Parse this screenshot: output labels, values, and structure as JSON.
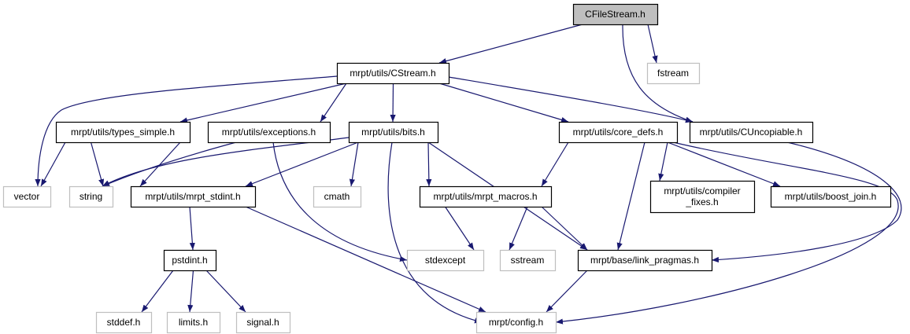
{
  "title": "CFileStream.h",
  "colors": {
    "edge": "#191970",
    "root_fill": "#bfbfbf",
    "documented_border": "#000000",
    "external_border": "#bfbfbf"
  },
  "nodes": [
    {
      "id": "cfilestream",
      "label": [
        "CFileStream.h"
      ],
      "kind": "root"
    },
    {
      "id": "fstream",
      "label": [
        "fstream"
      ],
      "kind": "external"
    },
    {
      "id": "cstream",
      "label": [
        "mrpt/utils/CStream.h"
      ],
      "kind": "documented"
    },
    {
      "id": "types_simple",
      "label": [
        "mrpt/utils/types_simple.h"
      ],
      "kind": "documented"
    },
    {
      "id": "exceptions",
      "label": [
        "mrpt/utils/exceptions.h"
      ],
      "kind": "documented"
    },
    {
      "id": "bits",
      "label": [
        "mrpt/utils/bits.h"
      ],
      "kind": "documented"
    },
    {
      "id": "core_defs",
      "label": [
        "mrpt/utils/core_defs.h"
      ],
      "kind": "documented"
    },
    {
      "id": "cuncopiable",
      "label": [
        "mrpt/utils/CUncopiable.h"
      ],
      "kind": "documented"
    },
    {
      "id": "vector",
      "label": [
        "vector"
      ],
      "kind": "external"
    },
    {
      "id": "string",
      "label": [
        "string"
      ],
      "kind": "external"
    },
    {
      "id": "mrpt_stdint",
      "label": [
        "mrpt/utils/mrpt_stdint.h"
      ],
      "kind": "documented"
    },
    {
      "id": "cmath",
      "label": [
        "cmath"
      ],
      "kind": "external"
    },
    {
      "id": "mrpt_macros",
      "label": [
        "mrpt/utils/mrpt_macros.h"
      ],
      "kind": "documented"
    },
    {
      "id": "compiler_fixes",
      "label": [
        "mrpt/utils/compiler",
        "_fixes.h"
      ],
      "kind": "documented"
    },
    {
      "id": "boost_join",
      "label": [
        "mrpt/utils/boost_join.h"
      ],
      "kind": "documented"
    },
    {
      "id": "pstdint",
      "label": [
        "pstdint.h"
      ],
      "kind": "documented"
    },
    {
      "id": "stdexcept",
      "label": [
        "stdexcept"
      ],
      "kind": "external"
    },
    {
      "id": "sstream",
      "label": [
        "sstream"
      ],
      "kind": "external"
    },
    {
      "id": "link_pragmas",
      "label": [
        "mrpt/base/link_pragmas.h"
      ],
      "kind": "documented"
    },
    {
      "id": "stddef",
      "label": [
        "stddef.h"
      ],
      "kind": "external"
    },
    {
      "id": "limits",
      "label": [
        "limits.h"
      ],
      "kind": "external"
    },
    {
      "id": "signal",
      "label": [
        "signal.h"
      ],
      "kind": "external"
    },
    {
      "id": "config",
      "label": [
        "mrpt/config.h"
      ],
      "kind": "external"
    }
  ],
  "edges": [
    [
      "cfilestream",
      "cstream"
    ],
    [
      "cfilestream",
      "fstream"
    ],
    [
      "cfilestream",
      "cuncopiable"
    ],
    [
      "cstream",
      "vector"
    ],
    [
      "cstream",
      "types_simple"
    ],
    [
      "cstream",
      "exceptions"
    ],
    [
      "cstream",
      "bits"
    ],
    [
      "cstream",
      "core_defs"
    ],
    [
      "cstream",
      "cuncopiable"
    ],
    [
      "types_simple",
      "vector"
    ],
    [
      "types_simple",
      "string"
    ],
    [
      "types_simple",
      "mrpt_stdint"
    ],
    [
      "exceptions",
      "string"
    ],
    [
      "exceptions",
      "stdexcept"
    ],
    [
      "bits",
      "string"
    ],
    [
      "bits",
      "mrpt_stdint"
    ],
    [
      "bits",
      "cmath"
    ],
    [
      "bits",
      "config"
    ],
    [
      "bits",
      "mrpt_macros"
    ],
    [
      "bits",
      "link_pragmas"
    ],
    [
      "core_defs",
      "mrpt_macros"
    ],
    [
      "core_defs",
      "link_pragmas"
    ],
    [
      "core_defs",
      "compiler_fixes"
    ],
    [
      "core_defs",
      "boost_join"
    ],
    [
      "core_defs",
      "config"
    ],
    [
      "cuncopiable",
      "link_pragmas"
    ],
    [
      "mrpt_stdint",
      "pstdint"
    ],
    [
      "mrpt_stdint",
      "config"
    ],
    [
      "mrpt_macros",
      "stdexcept"
    ],
    [
      "mrpt_macros",
      "sstream"
    ],
    [
      "mrpt_macros",
      "link_pragmas"
    ],
    [
      "link_pragmas",
      "config"
    ],
    [
      "pstdint",
      "stddef"
    ],
    [
      "pstdint",
      "limits"
    ],
    [
      "pstdint",
      "signal"
    ]
  ]
}
